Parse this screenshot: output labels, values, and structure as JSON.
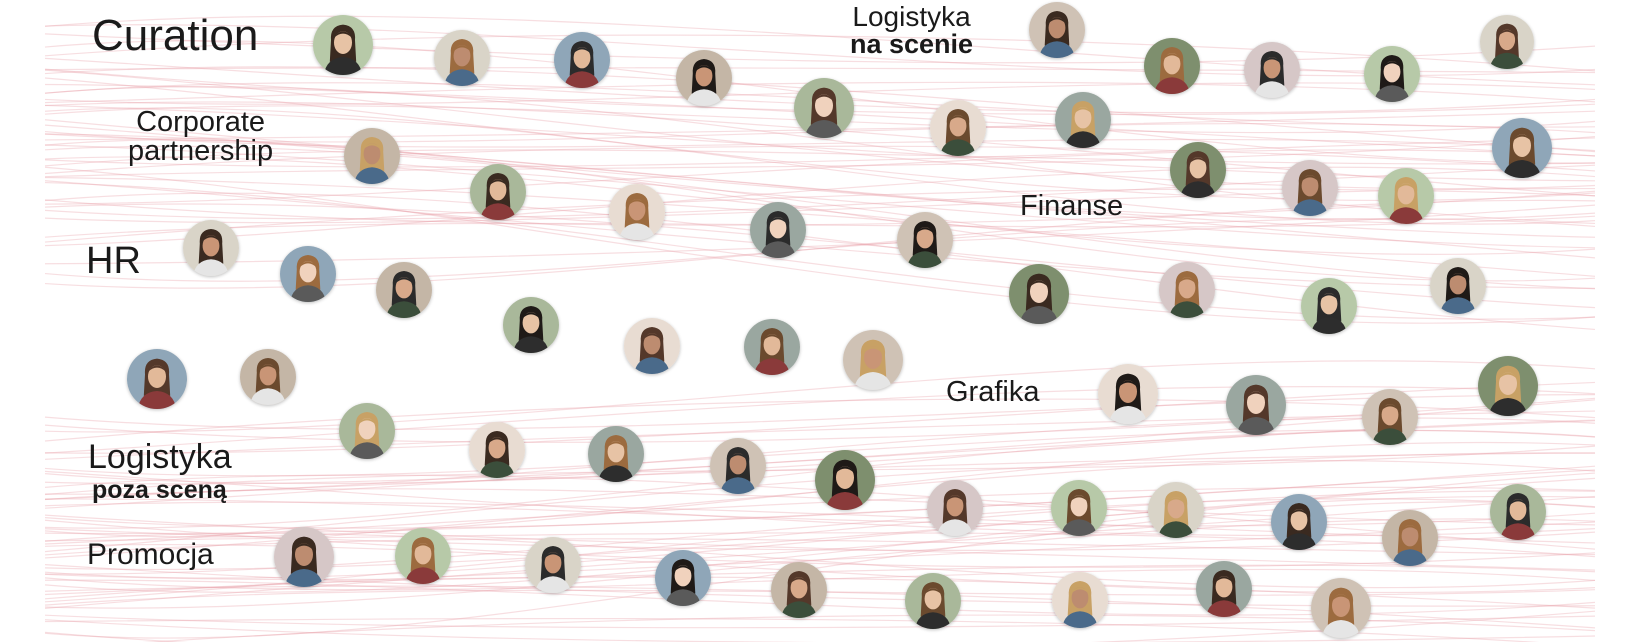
{
  "teams": {
    "curation": "Curation",
    "corporate_1": "Corporate",
    "corporate_2": "partnership",
    "hr": "HR",
    "logistyka_poza_1": "Logistyka",
    "logistyka_poza_2": "poza sceną",
    "promocja": "Promocja",
    "logistyka_na_1": "Logistyka",
    "logistyka_na_2": "na scenie",
    "finanse": "Finanse",
    "grafika": "Grafika"
  },
  "colors": {
    "background": "#ffffff",
    "curve": "#e8a0aa",
    "text": "#1a1a1a"
  }
}
